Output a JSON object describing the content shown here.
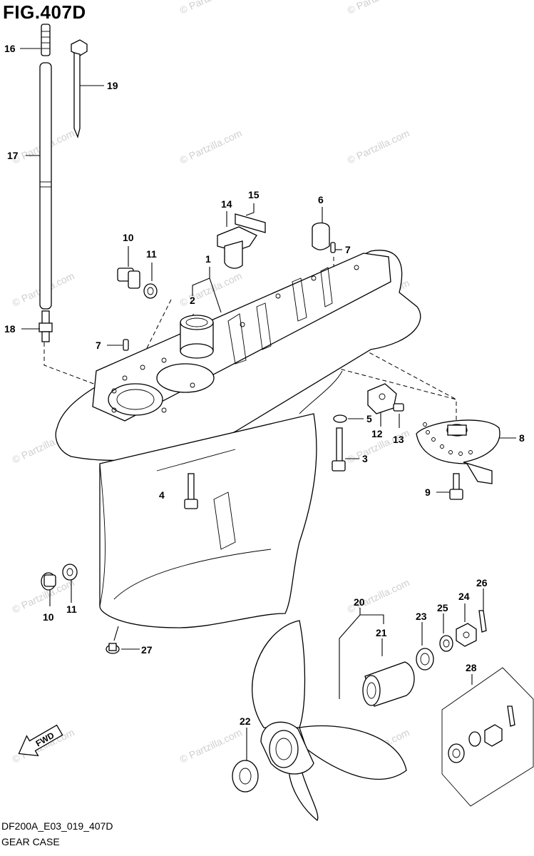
{
  "figure_title": "FIG.407D",
  "diagram_code": "DF200A_E03_019_407D",
  "caption": "GEAR CASE",
  "watermark": "© Partzilla.com",
  "fwd_label": "FWD",
  "callouts": [
    "1",
    "2",
    "3",
    "4",
    "5",
    "6",
    "7",
    "7",
    "8",
    "9",
    "10",
    "10",
    "11",
    "11",
    "12",
    "13",
    "14",
    "15",
    "16",
    "17",
    "18",
    "19",
    "20",
    "21",
    "22",
    "23",
    "24",
    "25",
    "26",
    "27",
    "28"
  ]
}
